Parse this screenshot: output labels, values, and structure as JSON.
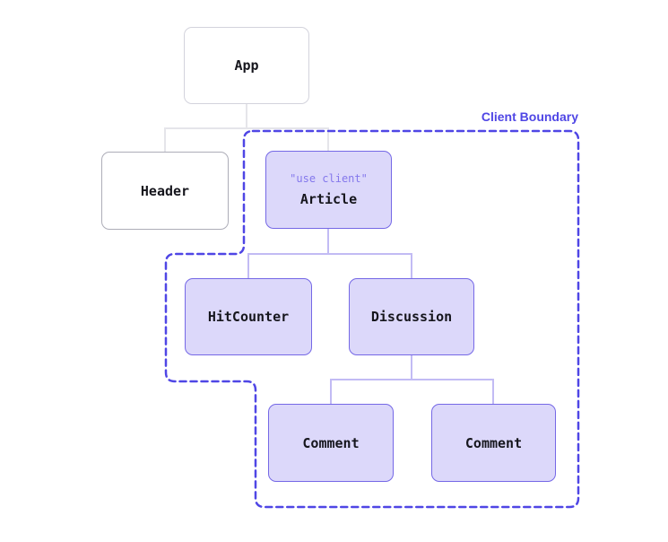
{
  "diagram": {
    "boundary_label": "Client Boundary",
    "nodes": [
      {
        "id": "app",
        "label": "App",
        "type": "server"
      },
      {
        "id": "header",
        "label": "Header",
        "type": "server"
      },
      {
        "id": "article",
        "label": "Article",
        "type": "client",
        "directive": "\"use client\""
      },
      {
        "id": "hitcounter",
        "label": "HitCounter",
        "type": "client"
      },
      {
        "id": "discussion",
        "label": "Discussion",
        "type": "client"
      },
      {
        "id": "comment-1",
        "label": "Comment",
        "type": "client"
      },
      {
        "id": "comment-2",
        "label": "Comment",
        "type": "client"
      }
    ],
    "edges": [
      {
        "from": "App",
        "to": "Header"
      },
      {
        "from": "App",
        "to": "Article"
      },
      {
        "from": "Article",
        "to": "HitCounter"
      },
      {
        "from": "Article",
        "to": "Discussion"
      },
      {
        "from": "Discussion",
        "to": "Comment"
      },
      {
        "from": "Discussion",
        "to": "Comment"
      }
    ],
    "colors": {
      "boundary": "#4f46e5",
      "client_fill": "#dcd8fa",
      "client_border": "#7568e6",
      "connector_gray": "#e5e5ea",
      "connector_purple": "#c2bbf4",
      "label_text": "#16161d",
      "directive_text": "#8478ec"
    }
  }
}
